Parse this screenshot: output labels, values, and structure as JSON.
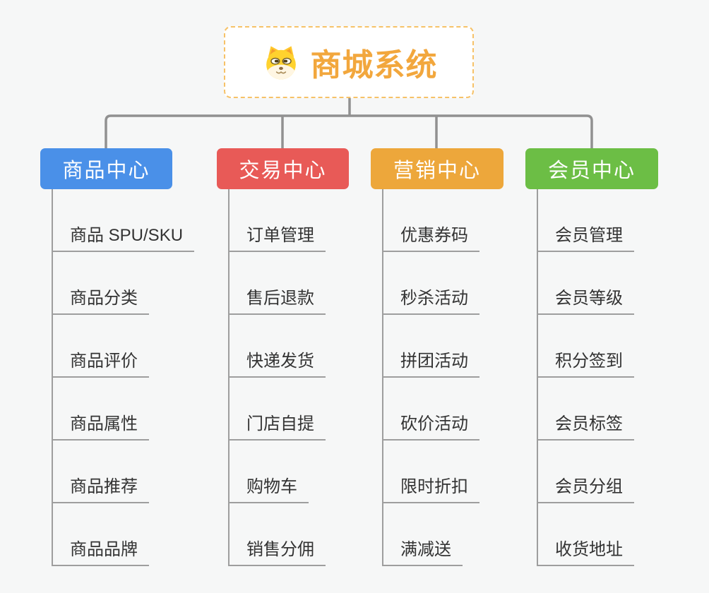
{
  "root": {
    "title": "商城系统",
    "icon": "dog-face-icon"
  },
  "colors": {
    "background": "#f6f7f7",
    "connector_gray": "#919191",
    "item_line_gray": "#9e9e9e",
    "root_border": "#f6c268",
    "root_text": "#f2a73d",
    "product_center": "#4a90e8",
    "trade_center": "#e85a57",
    "marketing_center": "#eda73b",
    "member_center": "#6cbe45"
  },
  "branches": [
    {
      "label": "商品中心",
      "color": "#4a90e8",
      "items": [
        "商品 SPU/SKU",
        "商品分类",
        "商品评价",
        "商品属性",
        "商品推荐",
        "商品品牌"
      ]
    },
    {
      "label": "交易中心",
      "color": "#e85a57",
      "items": [
        "订单管理",
        "售后退款",
        "快递发货",
        "门店自提",
        "购物车",
        "销售分佣"
      ]
    },
    {
      "label": "营销中心",
      "color": "#eda73b",
      "items": [
        "优惠券码",
        "秒杀活动",
        "拼团活动",
        "砍价活动",
        "限时折扣",
        "满减送"
      ]
    },
    {
      "label": "会员中心",
      "color": "#6cbe45",
      "items": [
        "会员管理",
        "会员等级",
        "积分签到",
        "会员标签",
        "会员分组",
        "收货地址"
      ]
    }
  ]
}
